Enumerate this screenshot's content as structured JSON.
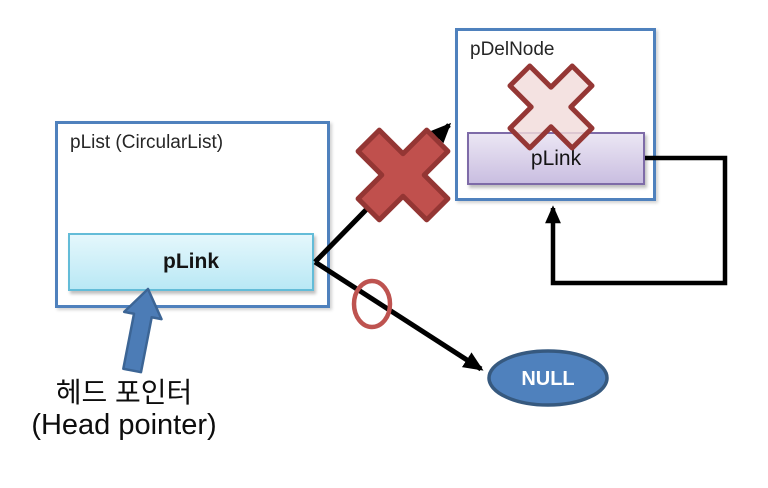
{
  "plist": {
    "label": "pList (CircularList)",
    "plink_label": "pLink"
  },
  "pdelnode": {
    "label": "pDelNode",
    "plink_label": "pLink"
  },
  "null_node": {
    "label": "NULL"
  },
  "caption": {
    "korean": "헤드 포인터",
    "english": "(Head pointer)"
  },
  "icons": {
    "red_x": "broken-link cross mark",
    "pink_x": "deleted-node cross mark",
    "prohibit_circle": "invalid-link circle mark",
    "head_pointer_arrow": "thick blue up arrow",
    "self_loop": "rectangular self-reference arrow"
  },
  "colors": {
    "box_border_blue": "#4f81bd",
    "cyan_fill": "#cdeff8",
    "cyan_border": "#63bcd8",
    "purple_fill": "#d9d0e9",
    "purple_border": "#7e6ba8",
    "red_x_fill": "#c0504d",
    "red_x_border": "#943634",
    "pink_x_fill": "#f2dcdb",
    "pink_x_border": "#953735",
    "circle_red": "#be5350",
    "null_fill": "#4f81bd",
    "null_border": "#36597f",
    "arrow_black": "#000000",
    "head_arrow_fill": "#4c7cb6"
  }
}
